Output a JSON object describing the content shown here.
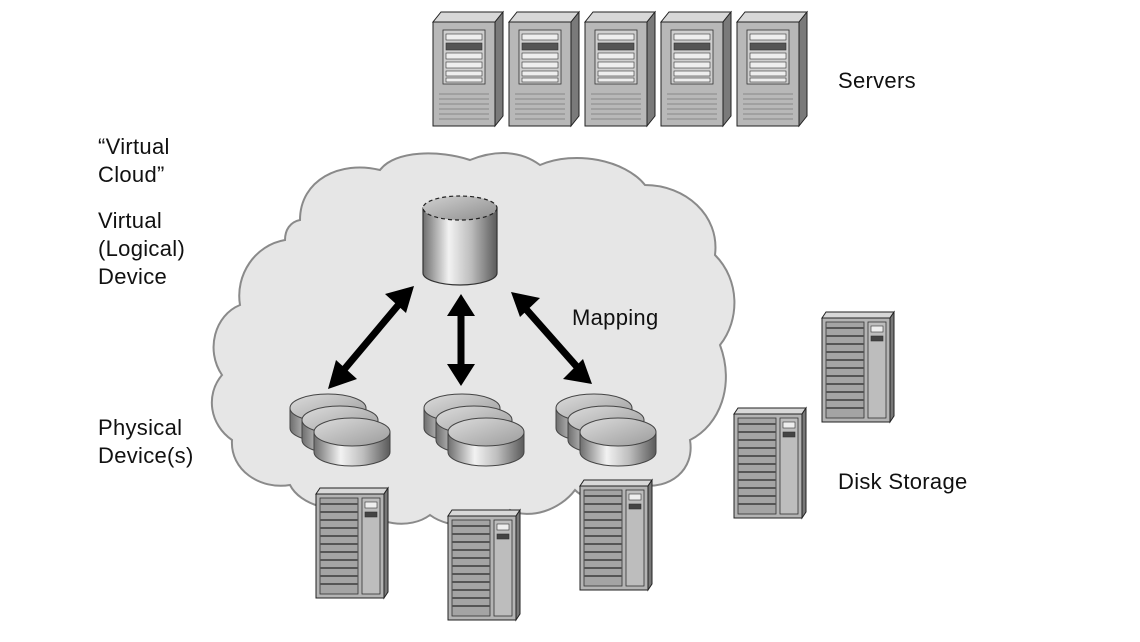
{
  "labels": {
    "servers": "Servers",
    "virtual_cloud": [
      "“Virtual",
      "Cloud”"
    ],
    "virtual_device": [
      "Virtual",
      "(Logical)",
      "Device"
    ],
    "mapping": "Mapping",
    "physical_devices": [
      "Physical",
      "Device(s)"
    ],
    "disk_storage": "Disk Storage"
  },
  "icons": {
    "server": "server-tower-icon",
    "virtual_disk": "virtual-disk-cylinder-icon",
    "physical_disk": "physical-disk-stack-icon",
    "storage": "disk-storage-array-icon",
    "arrow": "bidirectional-arrow-icon"
  },
  "colors": {
    "cloud_fill": "#e6e6e6",
    "cloud_stroke": "#8a8a8a",
    "arrow": "#000000",
    "device_grey": "#9a9a9a"
  }
}
